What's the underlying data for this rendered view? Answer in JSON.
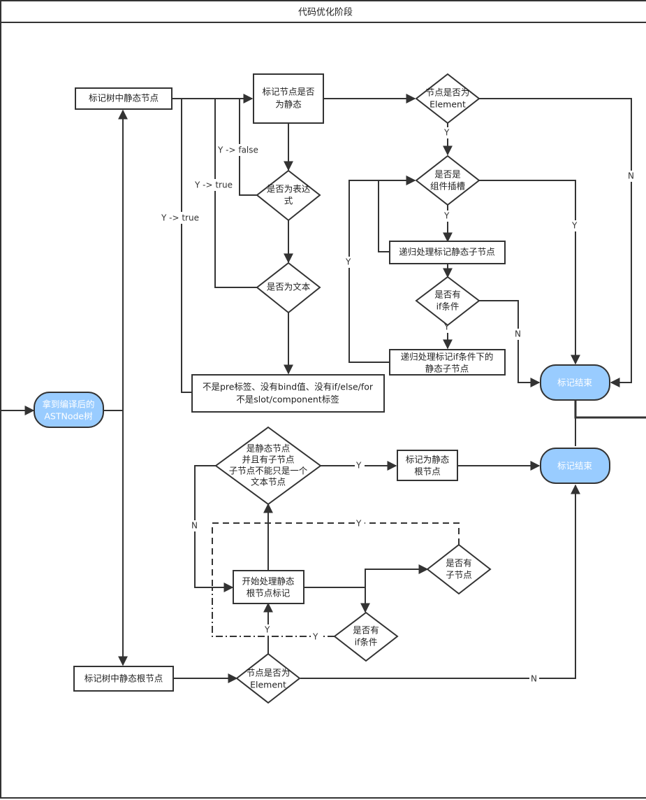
{
  "swimlane": {
    "title": "代码优化阶段"
  },
  "nodes": {
    "start": [
      "拿到编译后的",
      "ASTNode树"
    ],
    "mark_static_nodes": [
      "标记树中静态节点"
    ],
    "is_static": [
      "标记节点是否",
      "为静态"
    ],
    "is_element_top": [
      "节点是否为",
      "Element"
    ],
    "is_expression": [
      "是否为表达",
      "式"
    ],
    "is_component_slot": [
      "是否是",
      "组件插槽"
    ],
    "recurse_static_children": [
      "递归处理标记静态子节点"
    ],
    "has_if_top": [
      "是否有",
      "if条件"
    ],
    "recurse_if_children": [
      "递归处理标记if条件下的",
      "静态子节点"
    ],
    "is_text": [
      "是否为文本"
    ],
    "static_conditions": [
      "不是pre标签、没有bind值、没有if/else/for",
      "不是slot/component标签"
    ],
    "end_top": [
      "标记结束"
    ],
    "static_root_check": [
      "是静态节点",
      "并且有子节点",
      "子节点不能只是一个",
      "文本节点"
    ],
    "mark_static_root": [
      "标记为静态",
      "根节点"
    ],
    "end_bottom": [
      "标记结束"
    ],
    "start_root_process": [
      "开始处理静态",
      "根节点标记"
    ],
    "has_children": [
      "是否有",
      "子节点"
    ],
    "has_if_bottom": [
      "是否有",
      "if条件"
    ],
    "mark_static_roots": [
      "标记树中静态根节点"
    ],
    "is_element_bottom": [
      "节点是否为",
      "Element"
    ]
  },
  "edge_labels": {
    "y_false": "Y -> false",
    "y_true_1": "Y -> true",
    "y_true_2": "Y -> true",
    "y": "Y",
    "n": "N"
  },
  "colors": {
    "terminal_fill": "#99ccff",
    "stroke": "#333333",
    "background": "#ffffff"
  }
}
